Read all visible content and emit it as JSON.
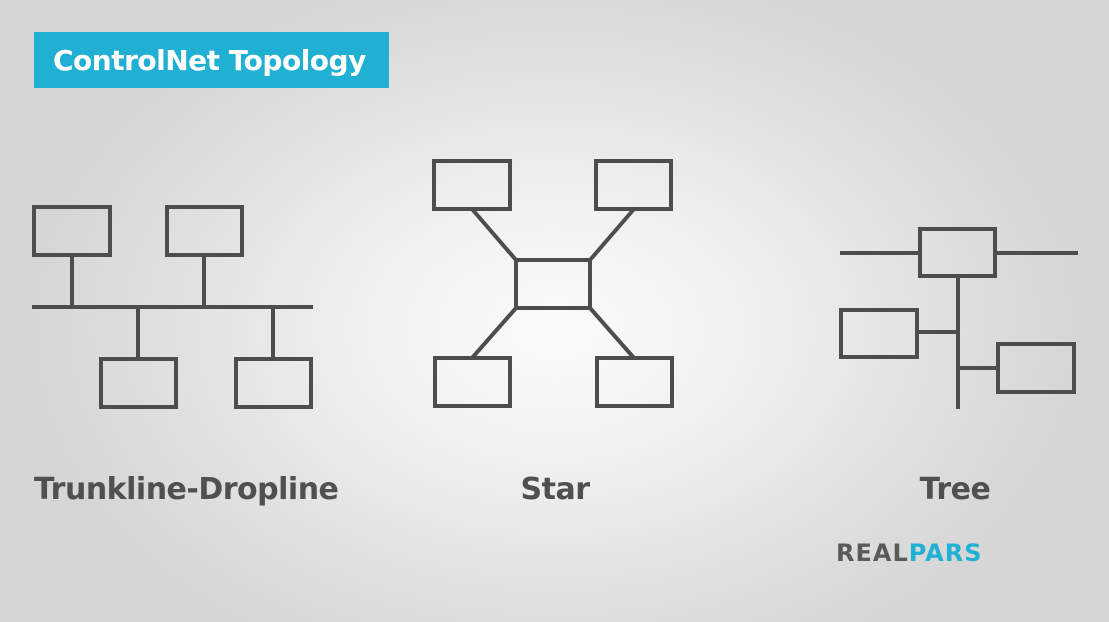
{
  "title": "ControlNet Topology",
  "topologies": [
    {
      "name": "Trunkline-Dropline"
    },
    {
      "name": "Star"
    },
    {
      "name": "Tree"
    }
  ],
  "logo": {
    "part1": "REAL",
    "part2": "PARS"
  },
  "colors": {
    "accent": "#1fb0d4",
    "line": "#4d4d4d",
    "text": "#505050",
    "background": "#e6e6e6"
  }
}
